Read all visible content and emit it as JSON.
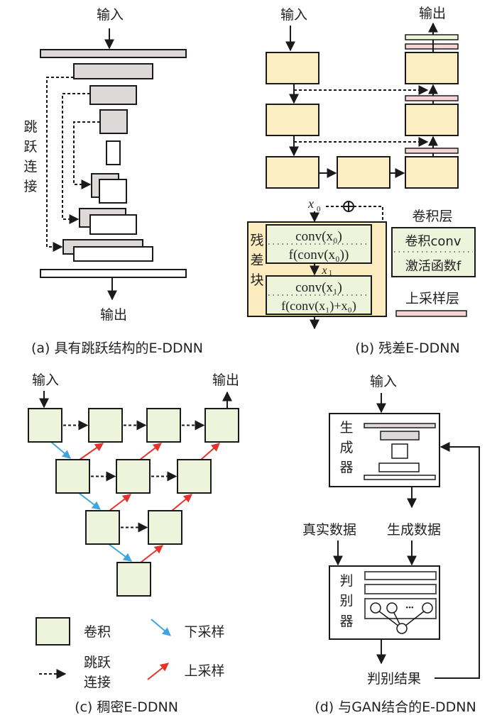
{
  "colors": {
    "gray_block": "#dcd9d8",
    "white_block": "#ffffff",
    "yellow_block": "#fdefc4",
    "green_block": "#eef3dc",
    "pink_block": "#f6d5d5",
    "residual_bg": "#fcecc0",
    "downsample_arrow": "#3ea6dc",
    "upsample_arrow": "#e5322d"
  },
  "panel_a": {
    "input_label": "输入",
    "output_label": "输出",
    "skip_label": [
      "跳",
      "跃",
      "连",
      "接"
    ],
    "caption": "(a) 具有跳跃结构的E-DDNN"
  },
  "panel_b": {
    "input_label": "输入",
    "output_label": "输出",
    "x0_label": "x",
    "x0_sub": "0",
    "x1_label": "x",
    "x1_sub": "1",
    "sum_symbol": "⊕",
    "residual_label": [
      "残",
      "差",
      "块"
    ],
    "block1_top": "conv(x₀)",
    "block1_bottom": "f(conv(x₀))",
    "block2_top": "conv(x₁)",
    "block2_bottom": "f(conv(x₁)+x₀)",
    "legend_conv_title": "卷积层",
    "legend_conv_top": "卷积conv",
    "legend_conv_bottom": "激活函数f",
    "legend_upsample_title": "上采样层",
    "caption": "(b) 残差E-DDNN"
  },
  "panel_c": {
    "input_label": "输入",
    "output_label": "输出",
    "legend_conv": "卷积",
    "legend_skip_line1": "跳跃",
    "legend_skip_line2": "连接",
    "legend_down": "下采样",
    "legend_up": "上采样",
    "caption": "(c) 稠密E-DDNN"
  },
  "panel_d": {
    "input_label": "输入",
    "generator_label": [
      "生",
      "成",
      "器"
    ],
    "real_data_label": "真实数据",
    "generated_data_label": "生成数据",
    "discriminator_label": [
      "判",
      "别",
      "器"
    ],
    "ellipsis": "•••",
    "result_label": "判别结果",
    "caption": "(d) 与GAN结合的E-DDNN"
  }
}
